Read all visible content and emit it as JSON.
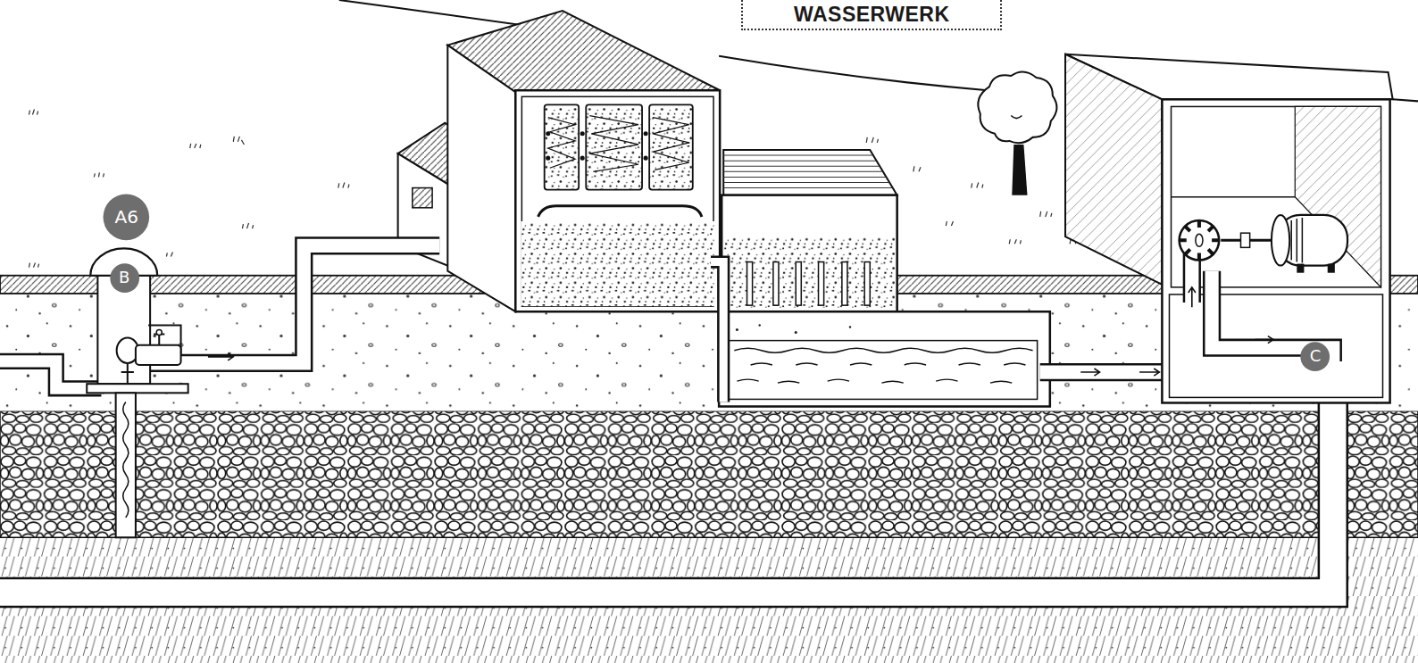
{
  "diagram": {
    "nodes": [
      {
        "text": [
          "WASSERWERK"
        ]
      },
      {
        "text": [
          "A6"
        ]
      },
      {
        "text": [
          "B"
        ]
      },
      {
        "text": [
          "C"
        ]
      }
    ]
  }
}
